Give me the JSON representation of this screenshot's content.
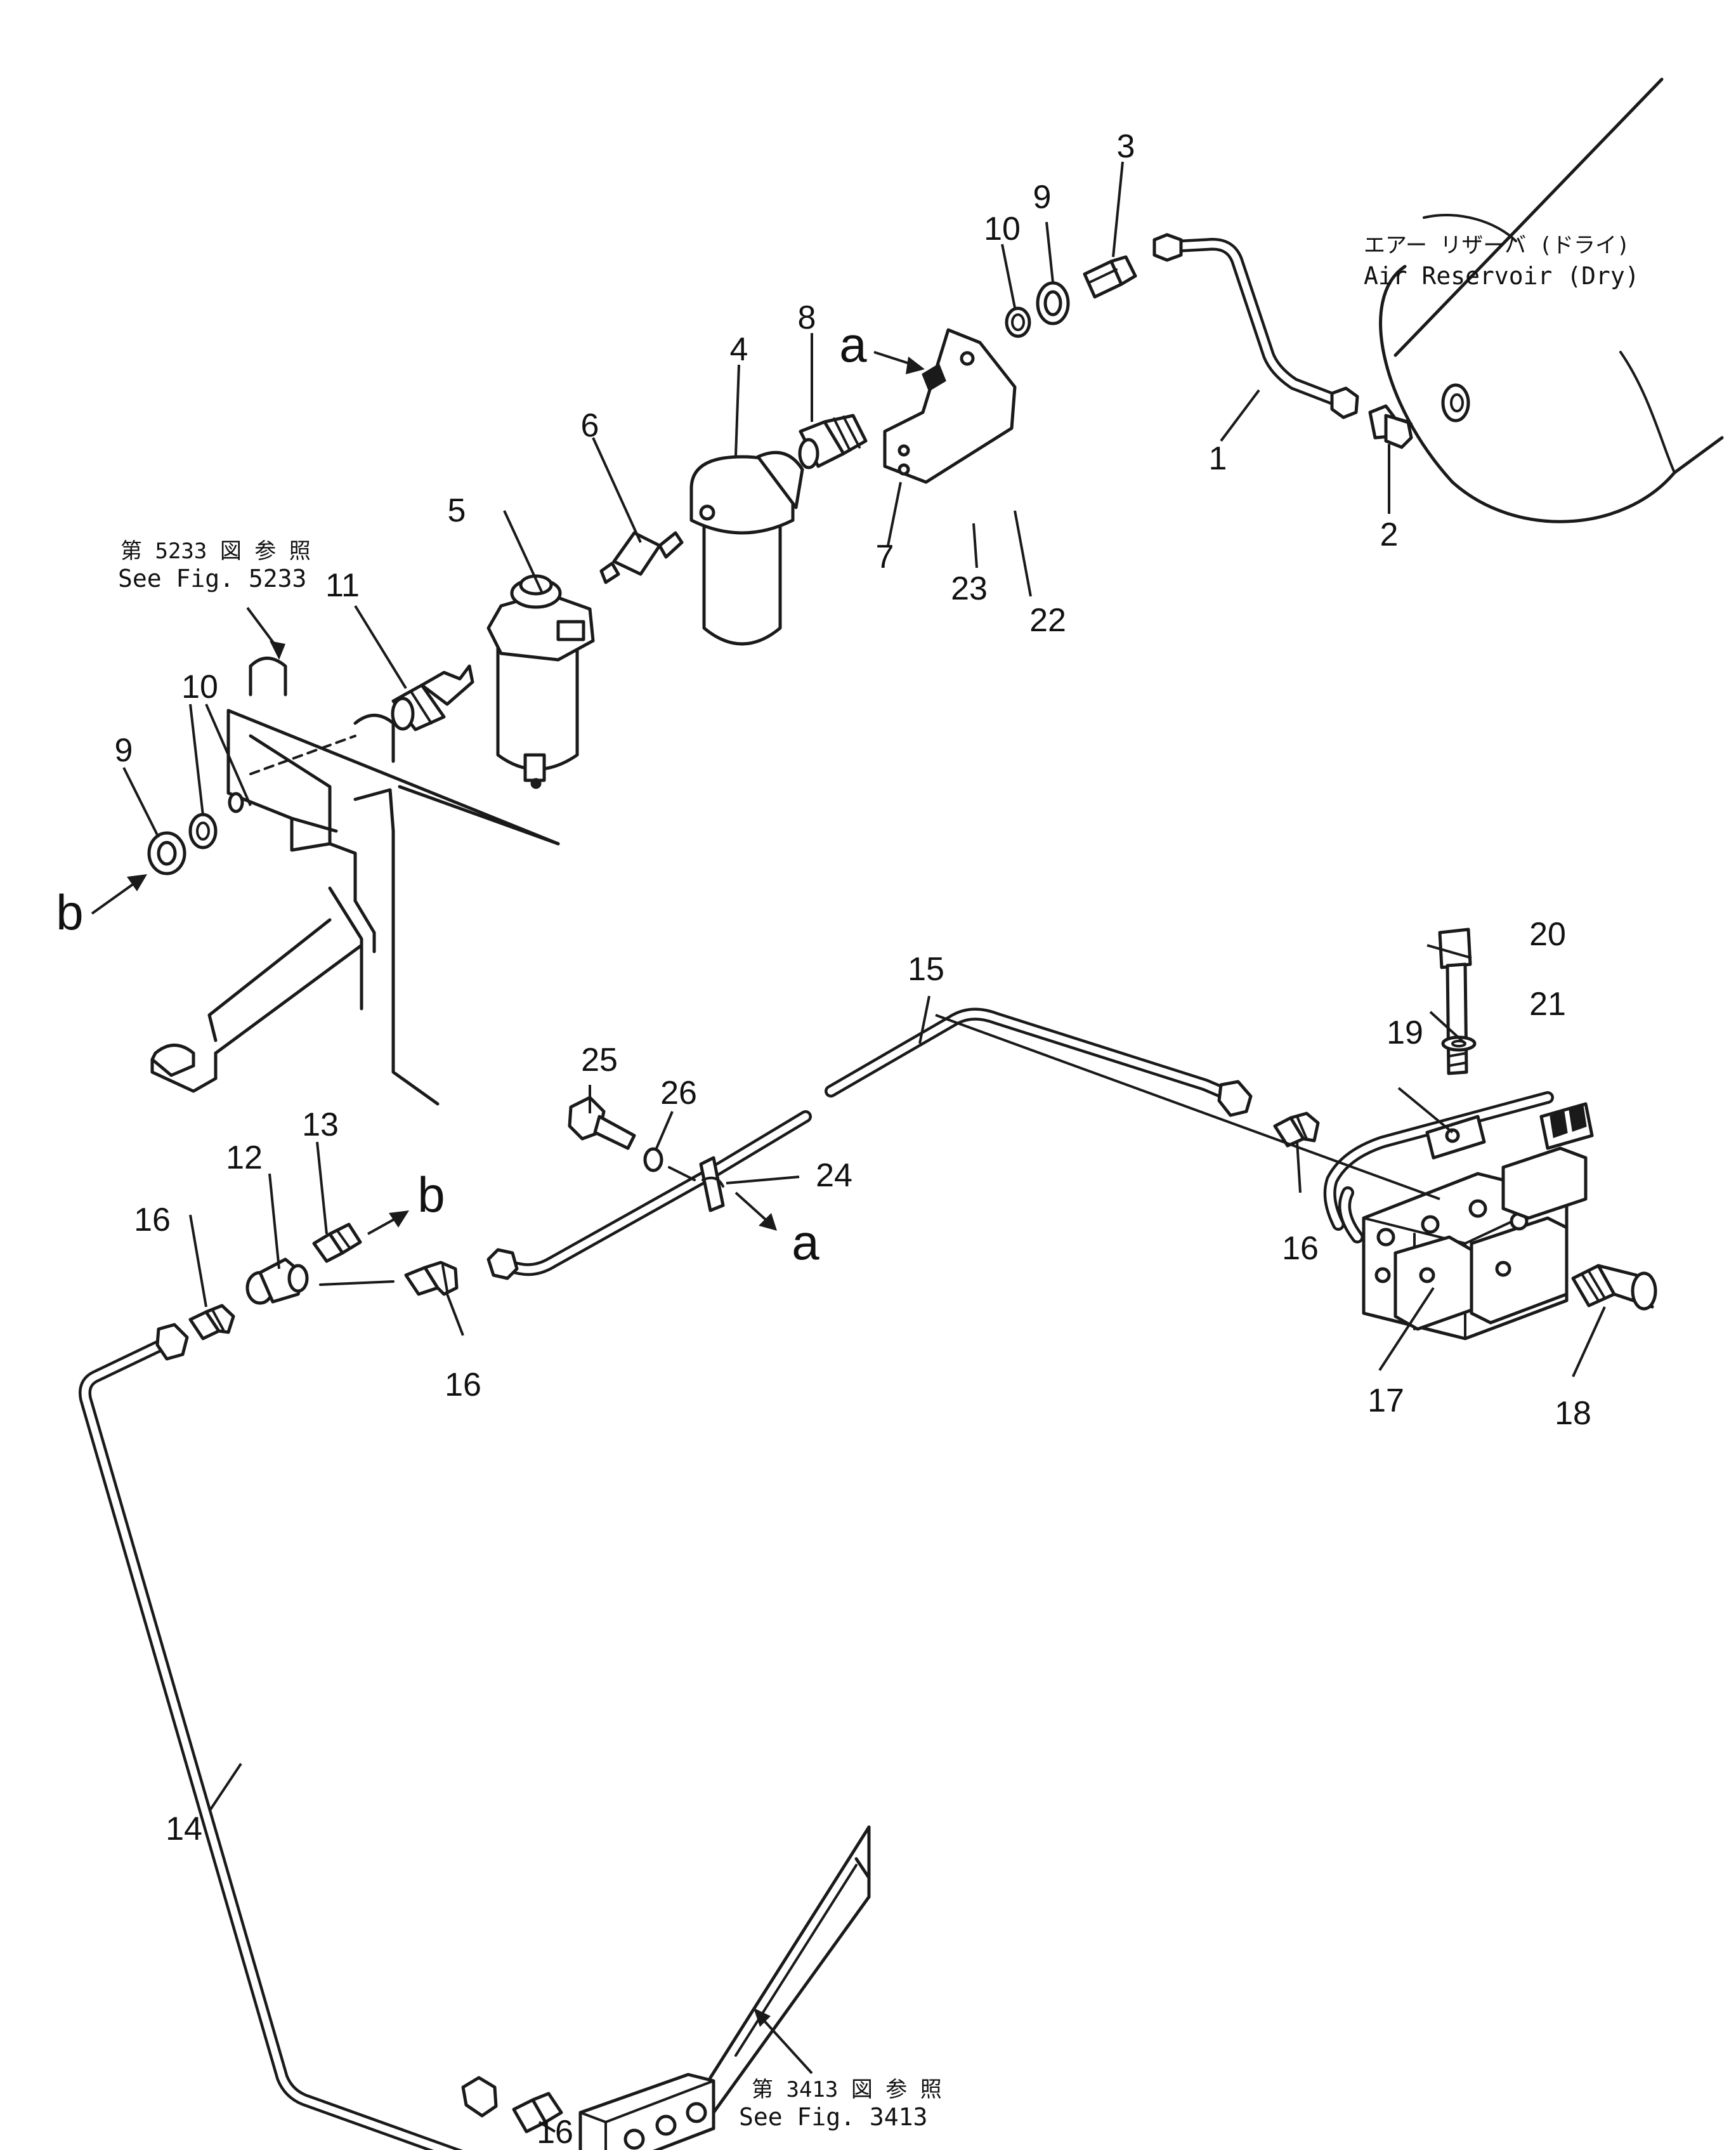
{
  "callouts": {
    "c1": "1",
    "c2": "2",
    "c3": "3",
    "c4": "4",
    "c5": "5",
    "c6": "6",
    "c7": "7",
    "c8": "8",
    "c9a": "9",
    "c9b": "9",
    "c10a": "10",
    "c10b": "10",
    "c11": "11",
    "c12": "12",
    "c13": "13",
    "c14": "14",
    "c15": "15",
    "c16a": "16",
    "c16b": "16",
    "c16c": "16",
    "c16d": "16",
    "c17": "17",
    "c18": "18",
    "c19": "19",
    "c20": "20",
    "c21": "21",
    "c22": "22",
    "c23": "23",
    "c24": "24",
    "c25": "25",
    "c26": "26"
  },
  "markers": {
    "a_top": "a",
    "a_bottom": "a",
    "b_left": "b",
    "b_middle": "b"
  },
  "notes": {
    "reservoir_jp": "エアー リザーバ (ドライ)",
    "reservoir_en": "Air Reservoir (Dry)",
    "ref5233_jp": "第 5233 図 参 照",
    "ref5233_en": "See Fig. 5233",
    "ref3413_jp": "第 3413 図 参 照",
    "ref3413_en": "See Fig. 3413"
  }
}
